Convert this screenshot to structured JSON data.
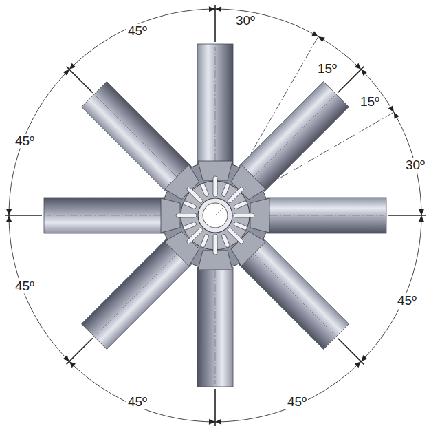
{
  "diagram": {
    "labels": [
      "45º",
      "30º",
      "15º",
      "15º",
      "30º",
      "45º",
      "45º",
      "45º",
      "45º",
      "45º"
    ]
  }
}
